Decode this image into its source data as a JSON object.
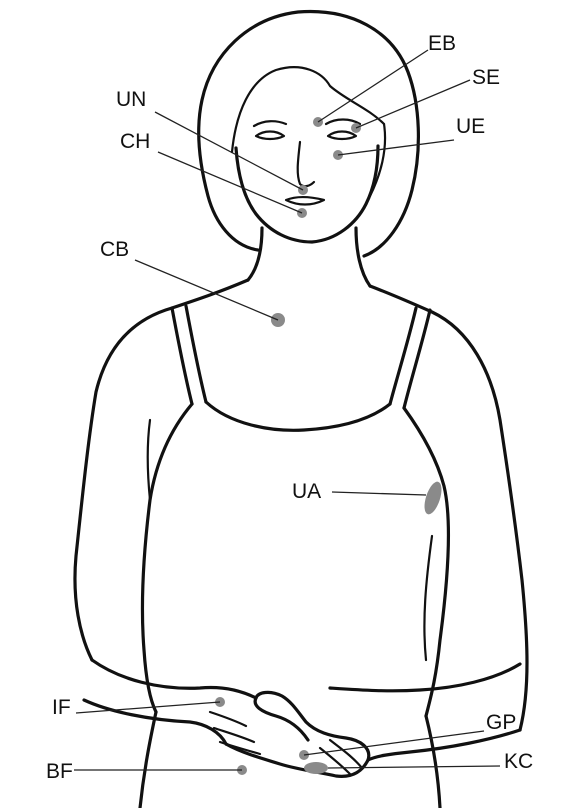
{
  "figure": {
    "labels": {
      "EB": "EB",
      "SE": "SE",
      "UE": "UE",
      "UN": "UN",
      "CH": "CH",
      "CB": "CB",
      "UA": "UA",
      "IF": "IF",
      "GP": "GP",
      "BF": "BF",
      "KC": "KC"
    },
    "colors": {
      "outline": "#111111",
      "point": "#8a8a8a",
      "background": "#ffffff"
    }
  }
}
